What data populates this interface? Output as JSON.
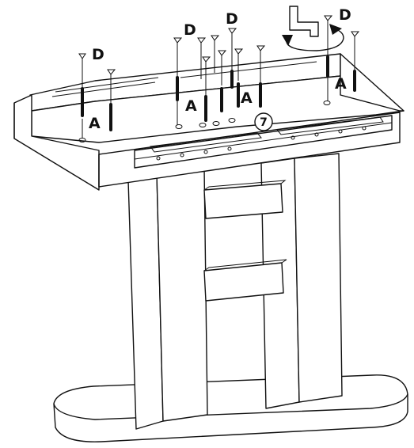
{
  "labels": {
    "dowel": "A",
    "cam_bolt": "D"
  },
  "step_number": "7"
}
